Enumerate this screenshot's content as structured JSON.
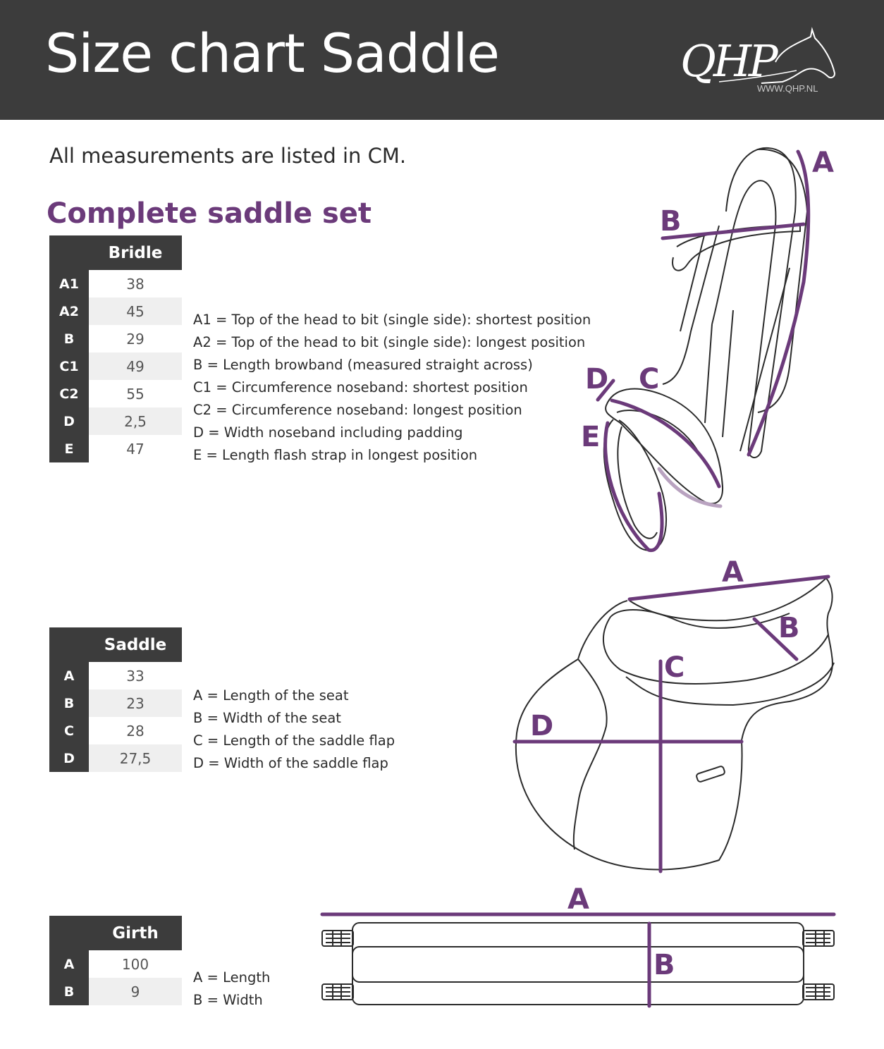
{
  "header": {
    "title": "Size chart Saddle",
    "logo_text": "QHP",
    "logo_url": "WWW.QHP.NL"
  },
  "intro": "All measurements are listed in CM.",
  "section_title": "Complete saddle set",
  "colors": {
    "header_bg": "#3c3c3c",
    "accent_purple": "#6b3a7a",
    "light_purple": "#b9a3c0",
    "row_alt": "#efefef"
  },
  "bridle": {
    "heading": "Bridle",
    "rows": [
      {
        "key": "A1",
        "value": "38"
      },
      {
        "key": "A2",
        "value": "45"
      },
      {
        "key": "B",
        "value": "29"
      },
      {
        "key": "C1",
        "value": "49"
      },
      {
        "key": "C2",
        "value": "55"
      },
      {
        "key": "D",
        "value": "2,5"
      },
      {
        "key": "E",
        "value": "47"
      }
    ],
    "legend": [
      "A1  = Top of the head to bit (single side): shortest position",
      "A2 = Top of the head to  bit (single side): longest position",
      "B    = Length browband (measured straight across)",
      "C1  = Circumference noseband: shortest position",
      "C2 = Circumference noseband: longest position",
      "D    = Width noseband including padding",
      "E    = Length flash strap in longest position"
    ],
    "diagram_labels": {
      "a": "A",
      "b": "B",
      "c": "C",
      "d": "D",
      "e": "E"
    }
  },
  "saddle": {
    "heading": "Saddle",
    "rows": [
      {
        "key": "A",
        "value": "33"
      },
      {
        "key": "B",
        "value": "23"
      },
      {
        "key": "C",
        "value": "28"
      },
      {
        "key": "D",
        "value": "27,5"
      }
    ],
    "legend": [
      "A = Length of the seat",
      "B = Width of the seat",
      "C = Length of the saddle flap",
      "D = Width of the saddle flap"
    ],
    "diagram_labels": {
      "a": "A",
      "b": "B",
      "c": "C",
      "d": "D"
    }
  },
  "girth": {
    "heading": "Girth",
    "rows": [
      {
        "key": "A",
        "value": "100"
      },
      {
        "key": "B",
        "value": "9"
      }
    ],
    "legend": [
      "A = Length",
      "B = Width"
    ],
    "diagram_labels": {
      "a": "A",
      "b": "B"
    }
  }
}
